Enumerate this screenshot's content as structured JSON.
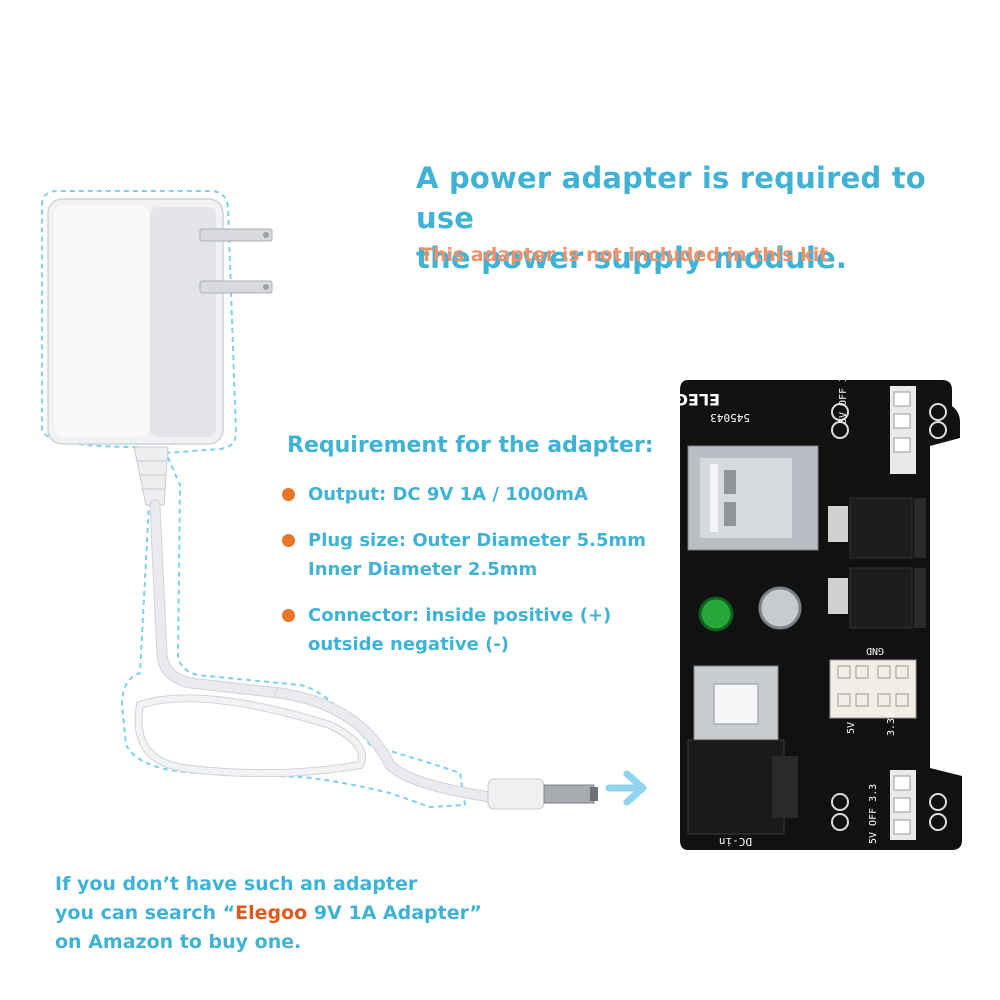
{
  "headline": {
    "line1": "A power adapter is required to use",
    "line2": "the power supply module."
  },
  "note": "This adapter is not included in this kit",
  "requirements": {
    "title": "Requirement for the adapter:",
    "items": [
      {
        "lines": [
          "Output: DC 9V 1A / 1000mA"
        ]
      },
      {
        "lines": [
          "Plug size: Outer Diameter 5.5mm",
          "Inner Diameter 2.5mm"
        ]
      },
      {
        "lines": [
          "Connector: inside positive (+)",
          "outside negative (-)"
        ]
      }
    ]
  },
  "board": {
    "brand": "ELEGOO",
    "code": "545043",
    "label_gnd": "GND",
    "label_5v_off_33": "5V OFF 3.3",
    "label_5v": "5V",
    "label_33v": "3.3V",
    "label_dcin": "DC-in"
  },
  "footer": {
    "line1": "If you don’t have such an adapter",
    "line2_prefix": "you can search ",
    "open_quote": "“",
    "brand": "Elegoo",
    "product": " 9V 1A Adapter",
    "close_quote": "”",
    "line3": "on Amazon to buy one."
  },
  "colors": {
    "accent_blue": "#3fb2d6",
    "note_orange": "#f0916a",
    "bullet_orange": "#e8742a",
    "brand_orange": "#e05a1e",
    "arrow_blue": "#8fd3ee",
    "board_black": "#111111"
  }
}
